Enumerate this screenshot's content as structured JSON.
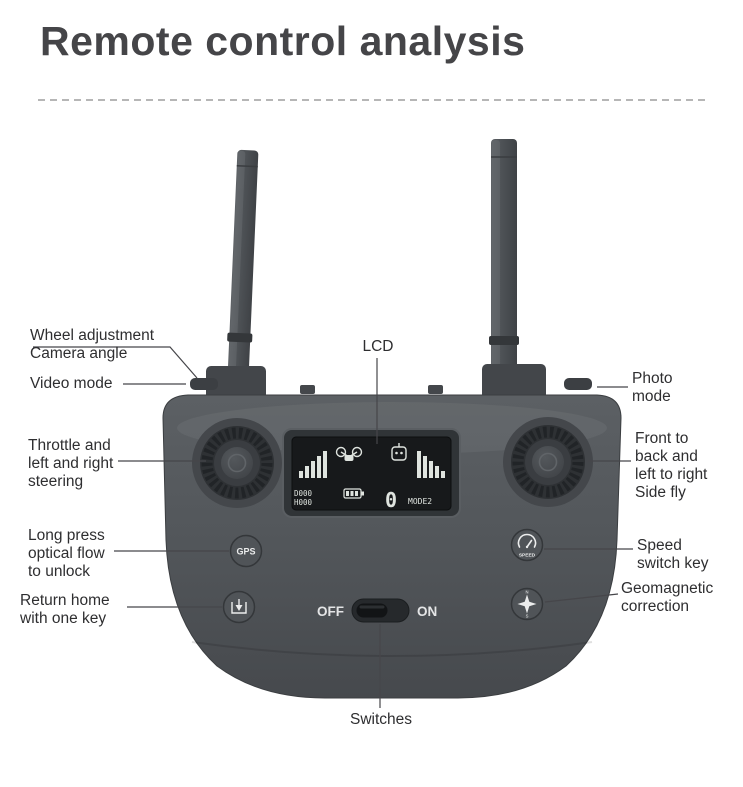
{
  "page": {
    "title": "Remote control analysis"
  },
  "labels": {
    "wheel_camera": "Wheel adjustment\nCamera angle",
    "video_mode": "Video mode",
    "lcd": "LCD",
    "photo_mode": "Photo\nmode",
    "throttle": "Throttle and\nleft and right\nsteering",
    "front_back": "Front to\nback and\nleft to right\nSide fly",
    "long_press": "Long press\noptical flow\nto unlock",
    "speed_switch": "Speed\nswitch key",
    "return_home": "Return home\nwith one key",
    "geomagnetic": "Geomagnetic\ncorrection",
    "switches": "Switches"
  },
  "remote": {
    "gps_button": "GPS",
    "speed_button": "SPEED",
    "switch_off": "OFF",
    "switch_on": "ON",
    "lcd": {
      "row1": "D000",
      "row2": "H000",
      "big_digit": "0",
      "mode": "MODE2"
    }
  },
  "colors": {
    "body_gray": "#505458",
    "screen_black": "#17191b",
    "label_text": "#2e2e30",
    "title_text": "#454548",
    "line_gray": "#46464a"
  }
}
